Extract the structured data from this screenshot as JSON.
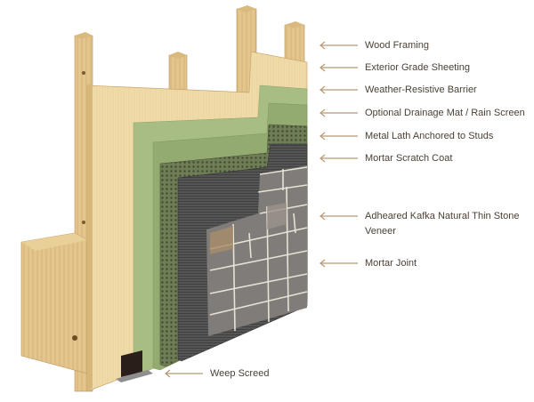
{
  "colors": {
    "wood": "#efd9a6",
    "wood_dark": "#c9a56a",
    "green_light": "#a9bd82",
    "green_mid": "#8ea66a",
    "lath": "#5b6b45",
    "scratch": "#4a4a4a",
    "stone": "#8d8a86",
    "arrow": "#b59a74",
    "label_text": "#4a4136"
  },
  "callouts": [
    {
      "id": "wood-framing",
      "text": "Wood Framing",
      "icon": "arrow-left-icon"
    },
    {
      "id": "exterior-grade-sheeting",
      "text": "Exterior Grade Sheeting",
      "icon": "arrow-left-icon"
    },
    {
      "id": "weather-resistive-barrier",
      "text": "Weather-Resistive Barrier",
      "icon": "arrow-left-icon"
    },
    {
      "id": "optional-drainage-mat",
      "text": "Optional Drainage Mat / Rain Screen",
      "icon": "arrow-left-icon"
    },
    {
      "id": "metal-lath",
      "text": "Metal Lath Anchored to Studs",
      "icon": "arrow-left-icon"
    },
    {
      "id": "mortar-scratch-coat",
      "text": "Mortar Scratch Coat",
      "icon": "arrow-left-icon"
    },
    {
      "id": "stone-veneer",
      "text": "Adheared Kafka Natural Thin Stone Veneer",
      "icon": "arrow-left-icon"
    },
    {
      "id": "mortar-joint",
      "text": "Mortar Joint",
      "icon": "arrow-left-icon"
    },
    {
      "id": "weep-screed",
      "text": "Weep Screed",
      "icon": "arrow-left-icon"
    }
  ]
}
